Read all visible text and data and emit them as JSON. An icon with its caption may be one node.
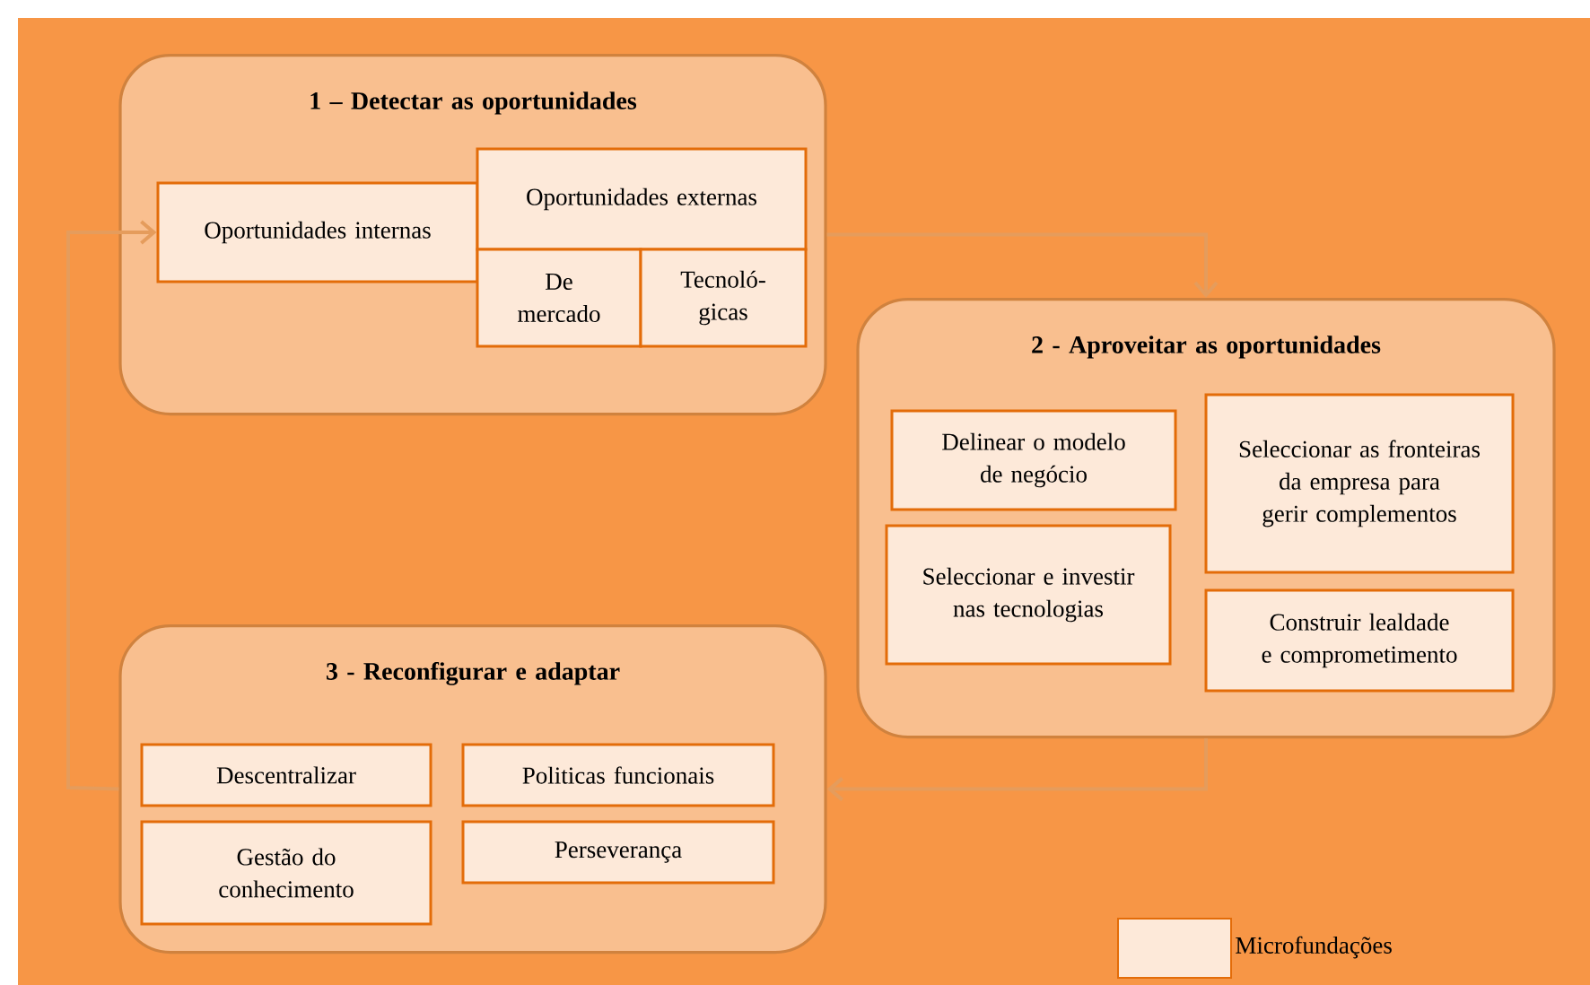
{
  "diagram": {
    "nodes": [
      {
        "text": [
          "1 – Detectar as oportunidades"
        ]
      },
      {
        "text": [
          "Oportunidades internas"
        ],
        "in": 0
      },
      {
        "text": [
          "Oportunidades externas"
        ],
        "in": 0
      },
      {
        "text": [
          "De mercado"
        ],
        "in": 0
      },
      {
        "text": [
          "Tecnoló- gicas"
        ],
        "in": 0
      },
      {
        "text": [
          "2 - Aproveitar as oportunidades"
        ]
      },
      {
        "text": [
          "Delinear o modelo de negócio"
        ],
        "in": 5
      },
      {
        "text": [
          "Seleccionar as fronteiras da empresa para gerir complementos"
        ],
        "in": 5
      },
      {
        "text": [
          "Seleccionar e investir nas tecnologias"
        ],
        "in": 5
      },
      {
        "text": [
          "Construir lealdade e comprometimento"
        ],
        "in": 5
      },
      {
        "text": [
          "3 - Reconfigurar e adaptar"
        ]
      },
      {
        "text": [
          "Descentralizar"
        ],
        "in": 10
      },
      {
        "text": [
          "Politicas funcionais"
        ],
        "in": 10
      },
      {
        "text": [
          "Gestão do conhecimento"
        ],
        "in": 10
      },
      {
        "text": [
          "Perseverança"
        ],
        "in": 10
      }
    ],
    "edges": [
      {
        "from": 0,
        "to": 5,
        "arrow": "to"
      },
      {
        "from": 5,
        "to": 10,
        "arrow": "to"
      },
      {
        "from": 10,
        "to": 1,
        "arrow": "to"
      }
    ],
    "legend": [
      {
        "text": "Microfundações",
        "color": "#fde9d9"
      }
    ]
  }
}
